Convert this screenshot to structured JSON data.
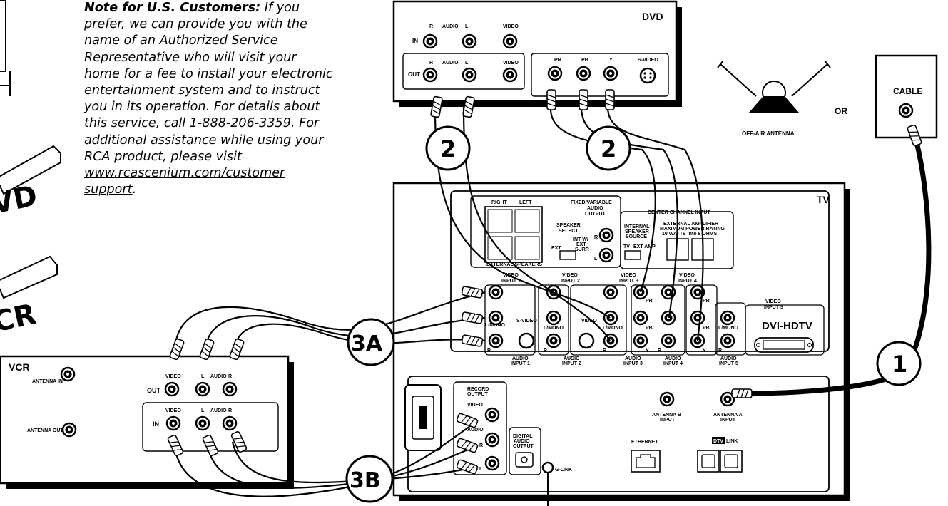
{
  "note": {
    "lead": "Note for U.S. Customers:",
    "body": " If you prefer, we can provide you with the name of an Authorized Service Representative who will visit your home for a fee to install your electronic entertainment system and to instruct you in its operation. For details about this service, call 1-888-206-3359. For additional assistance while using your RCA product, please visit ",
    "link": "www.rcascenium.com/customer support",
    "end": "."
  },
  "left_fragments": {
    "dvd": "VD",
    "vcr": "CR"
  },
  "dvd": {
    "title": "DVD",
    "in": "IN",
    "out": "OUT",
    "r": "R",
    "audio": "AUDIO",
    "l": "L",
    "video": "VIDEO",
    "pr": "PR",
    "pb": "PB",
    "y": "Y",
    "svideo": "S-VIDEO"
  },
  "antenna": {
    "label": "OFF-AIR ANTENNA",
    "or": "OR"
  },
  "cable": {
    "label": "CABLE"
  },
  "steps": {
    "s1": "1",
    "s2a": "2",
    "s2b": "2",
    "s3a": "3A",
    "s3b": "3B"
  },
  "tv": {
    "title": "TV",
    "speakers": {
      "right": "RIGHT",
      "left": "LEFT",
      "external": "EXTERNAL SPEAKERS",
      "select1": "SPEAKER",
      "select2": "SELECT",
      "int1": "INT W/",
      "int2": "EXT",
      "int3": "SURR",
      "ext": "EXT",
      "fixed1": "FIXED/VARIABLE",
      "fixed2": "AUDIO",
      "fixed3": "OUTPUT",
      "r": "R",
      "l": "L"
    },
    "center": {
      "title": "CENTER CHANNEL INPUT",
      "src1": "INTERNAL",
      "src2": "SPEAKER",
      "src3": "SOURCE",
      "tv": "TV",
      "extamp": "EXT AMP",
      "amp1": "EXTERNAL AMPLIFIER",
      "amp2": "MAXIMUM POWER RATING",
      "amp3": "10 WATTS into 8 OHMS"
    },
    "inputs": {
      "vi1a": "VIDEO",
      "vi1b": "INPUT 1",
      "vi2a": "VIDEO",
      "vi2b": "INPUT 2",
      "vi3a": "VIDEO",
      "vi3b": "INPUT 3",
      "vi4a": "VIDEO",
      "vi4b": "INPUT 4",
      "vi5a": "VIDEO",
      "vi5b": "INPUT 5",
      "ai1a": "AUDIO",
      "ai1b": "INPUT 1",
      "ai2a": "AUDIO",
      "ai2b": "INPUT 2",
      "ai3a": "AUDIO",
      "ai3b": "INPUT 3",
      "ai4a": "AUDIO",
      "ai4b": "INPUT 4",
      "ai5a": "AUDIO",
      "ai5b": "INPUT 5",
      "svideo": "S-VIDEO",
      "video": "VIDEO",
      "lmono": "L/MONO",
      "r": "R",
      "v": "V",
      "pr": "PR",
      "pb": "PB",
      "y": "Y",
      "dvi": "DVI-HDTV"
    },
    "bottom": {
      "rec1": "RECORD",
      "rec2": "OUTPUT",
      "video": "VIDEO",
      "audio": "AUDIO",
      "r": "R",
      "l": "L",
      "dig1": "DIGITAL",
      "dig2": "AUDIO",
      "dig3": "OUTPUT",
      "glink": "G-LINK",
      "antb1": "ANTENNA B",
      "antb2": "INPUT",
      "anta1": "ANTENNA A",
      "anta2": "INPUT",
      "ethernet": "ETHERNET",
      "dtv": "DTV",
      "link": "LINK"
    }
  },
  "vcr": {
    "title": "VCR",
    "antin": "ANTENNA IN",
    "antout": "ANTENNA OUT",
    "out": "OUT",
    "in": "IN",
    "video": "VIDEO",
    "l": "L",
    "audio": "AUDIO",
    "r": "R"
  }
}
